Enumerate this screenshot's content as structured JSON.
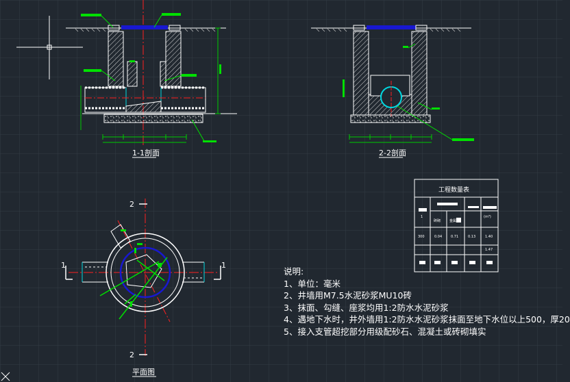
{
  "sections": {
    "section_1_1": "1-1剖面",
    "section_2_2": "2-2剖面",
    "plan": "平面图"
  },
  "section_marks": {
    "top": "2",
    "bottom": "2",
    "left": "1",
    "right": "1"
  },
  "quantity_table": {
    "title": "工程数量表",
    "row_values": [
      "300",
      "0.04",
      "0.71",
      "0.13",
      "1.40"
    ],
    "row_extra": "1.47",
    "header_small": [
      "1",
      "(m³)"
    ],
    "sub_labels": [
      "砖砌",
      "金属"
    ]
  },
  "notes": {
    "title": "说明:",
    "items": [
      "1、单位：毫米",
      "2、井墙用M7.5水泥砂浆MU10砖",
      "3、抹面、勾缝、座浆均用1:2防水水泥砂浆",
      "4、遇地下水时，井外墙用1:2防水水泥砂浆抹面至地下水位以上500，厚20",
      "5、接入支管超挖部分用级配砂石、混凝土或砖砌填实"
    ]
  },
  "colors": {
    "background": "#212830",
    "grid": "#333b44",
    "line": "#ffffff",
    "dimension": "#00cc00",
    "callout": "#00e000",
    "axis": "#ff2020",
    "cover": "#1818d0",
    "pipe": "#00d8e0"
  }
}
